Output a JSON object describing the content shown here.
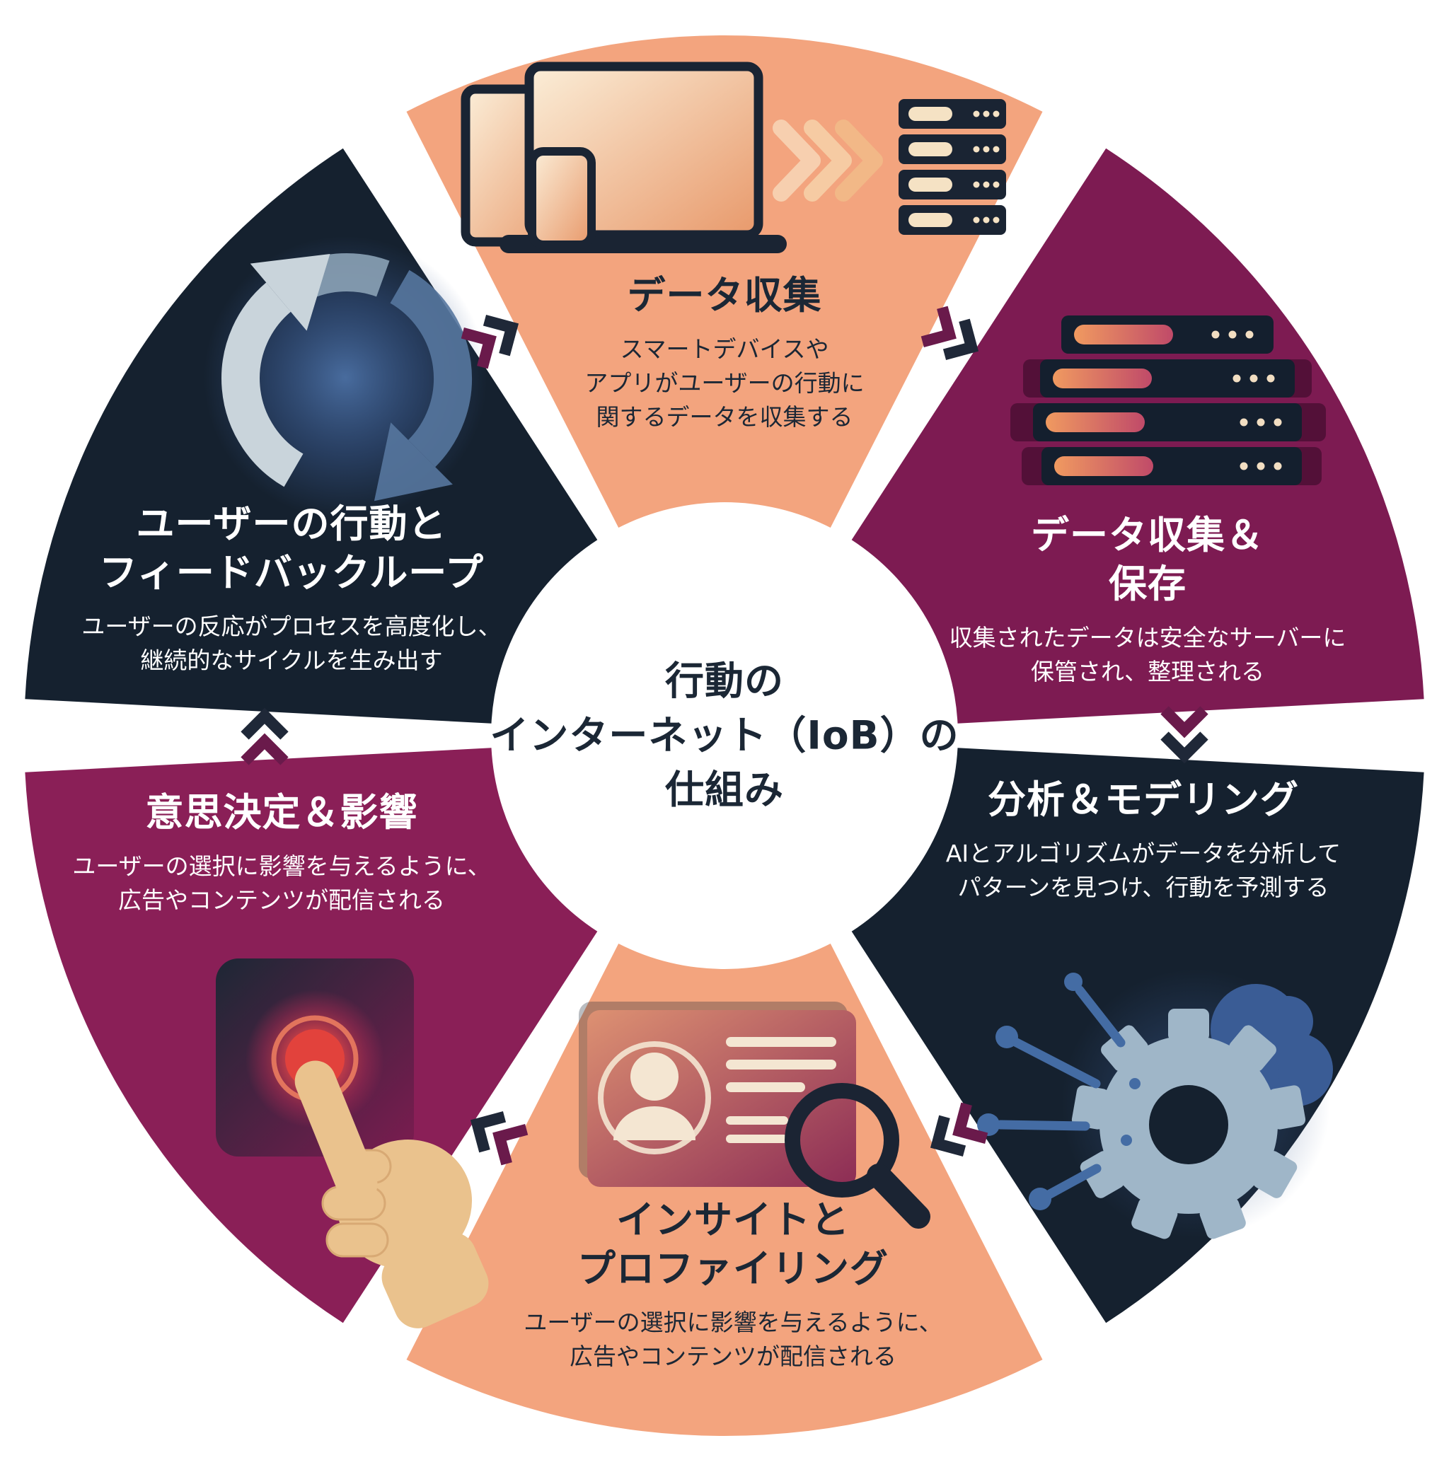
{
  "diagram": {
    "center_title": "行動の\nインターネット（IoB）の\n仕組み"
  },
  "palette": {
    "peach": "#F3A47E",
    "magenta_storage": "#7D1B52",
    "magenta_decision": "#8A1F57",
    "navy": "#15212F",
    "text_dark": "#1B2735",
    "text_light": "#FFFFFF",
    "chevron_front": "#1F2838",
    "chevron_back": "#6A1A4B",
    "server_orange": "#F09A60",
    "button_red": "#E2423C",
    "hand_tan": "#EAC28D",
    "loop_light_blue": "#C9D4DB",
    "loop_steel_blue": "#56779F"
  },
  "segments": [
    {
      "id": "data-collection",
      "position": "top",
      "title": "データ収集",
      "description": "スマートデバイスや\nアプリがユーザーの行動に\n関するデータを収集する",
      "color": "#F3A47E",
      "text_color": "#1B2735",
      "icon": "devices-to-server-icon"
    },
    {
      "id": "data-collection-storage",
      "position": "top-right",
      "title": "データ収集＆\n保存",
      "description": "収集されたデータは安全なサーバーに\n保管され、整理される",
      "color": "#7D1B52",
      "text_color": "#FFFFFF",
      "icon": "server-racks-icon"
    },
    {
      "id": "analysis-modeling",
      "position": "bottom-right",
      "title": "分析＆モデリング",
      "description": "AIとアルゴリズムがデータを分析して\nパターンを見つけ、行動を予測する",
      "color": "#15212F",
      "text_color": "#FFFFFF",
      "icon": "ai-gear-brain-icon"
    },
    {
      "id": "insights-profiling",
      "position": "bottom",
      "title": "インサイトと\nプロファイリング",
      "description": "ユーザーの選択に影響を与えるように、\n広告やコンテンツが配信される",
      "color": "#F3A47E",
      "text_color": "#1B2735",
      "icon": "profile-card-magnifier-icon"
    },
    {
      "id": "decision-influence",
      "position": "bottom-left",
      "title": "意思決定＆影響",
      "description": "ユーザーの選択に影響を与えるように、\n広告やコンテンツが配信される",
      "color": "#8A1F57",
      "text_color": "#FFFFFF",
      "icon": "button-press-icon"
    },
    {
      "id": "user-behavior-feedback",
      "position": "top-left",
      "title": "ユーザーの行動と\nフィードバックループ",
      "description": "ユーザーの反応がプロセスを高度化し、\n継続的なサイクルを生み出す",
      "color": "#15212F",
      "text_color": "#FFFFFF",
      "icon": "feedback-loop-icon"
    }
  ]
}
